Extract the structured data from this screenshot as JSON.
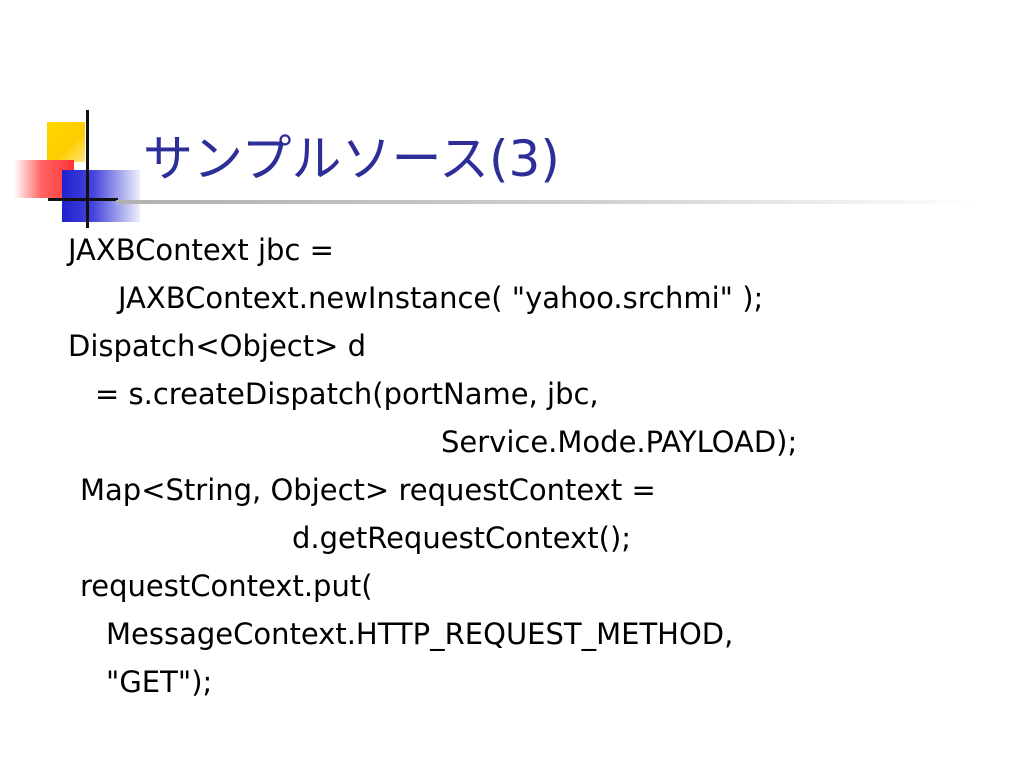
{
  "slide": {
    "title": "サンプルソース(3)",
    "code_lines": [
      "JAXBContext jbc =",
      "JAXBContext.newInstance( \"yahoo.srchmi\" );",
      "Dispatch<Object> d",
      "= s.createDispatch(portName, jbc,",
      "Service.Mode.PAYLOAD);",
      "Map<String, Object> requestContext =",
      "d.getRequestContext();",
      "requestContext.put(",
      "MessageContext.HTTP_REQUEST_METHOD,",
      "\"GET\");"
    ]
  },
  "colors": {
    "title": "#2e2e99",
    "text": "#000000",
    "background": "#ffffff"
  }
}
